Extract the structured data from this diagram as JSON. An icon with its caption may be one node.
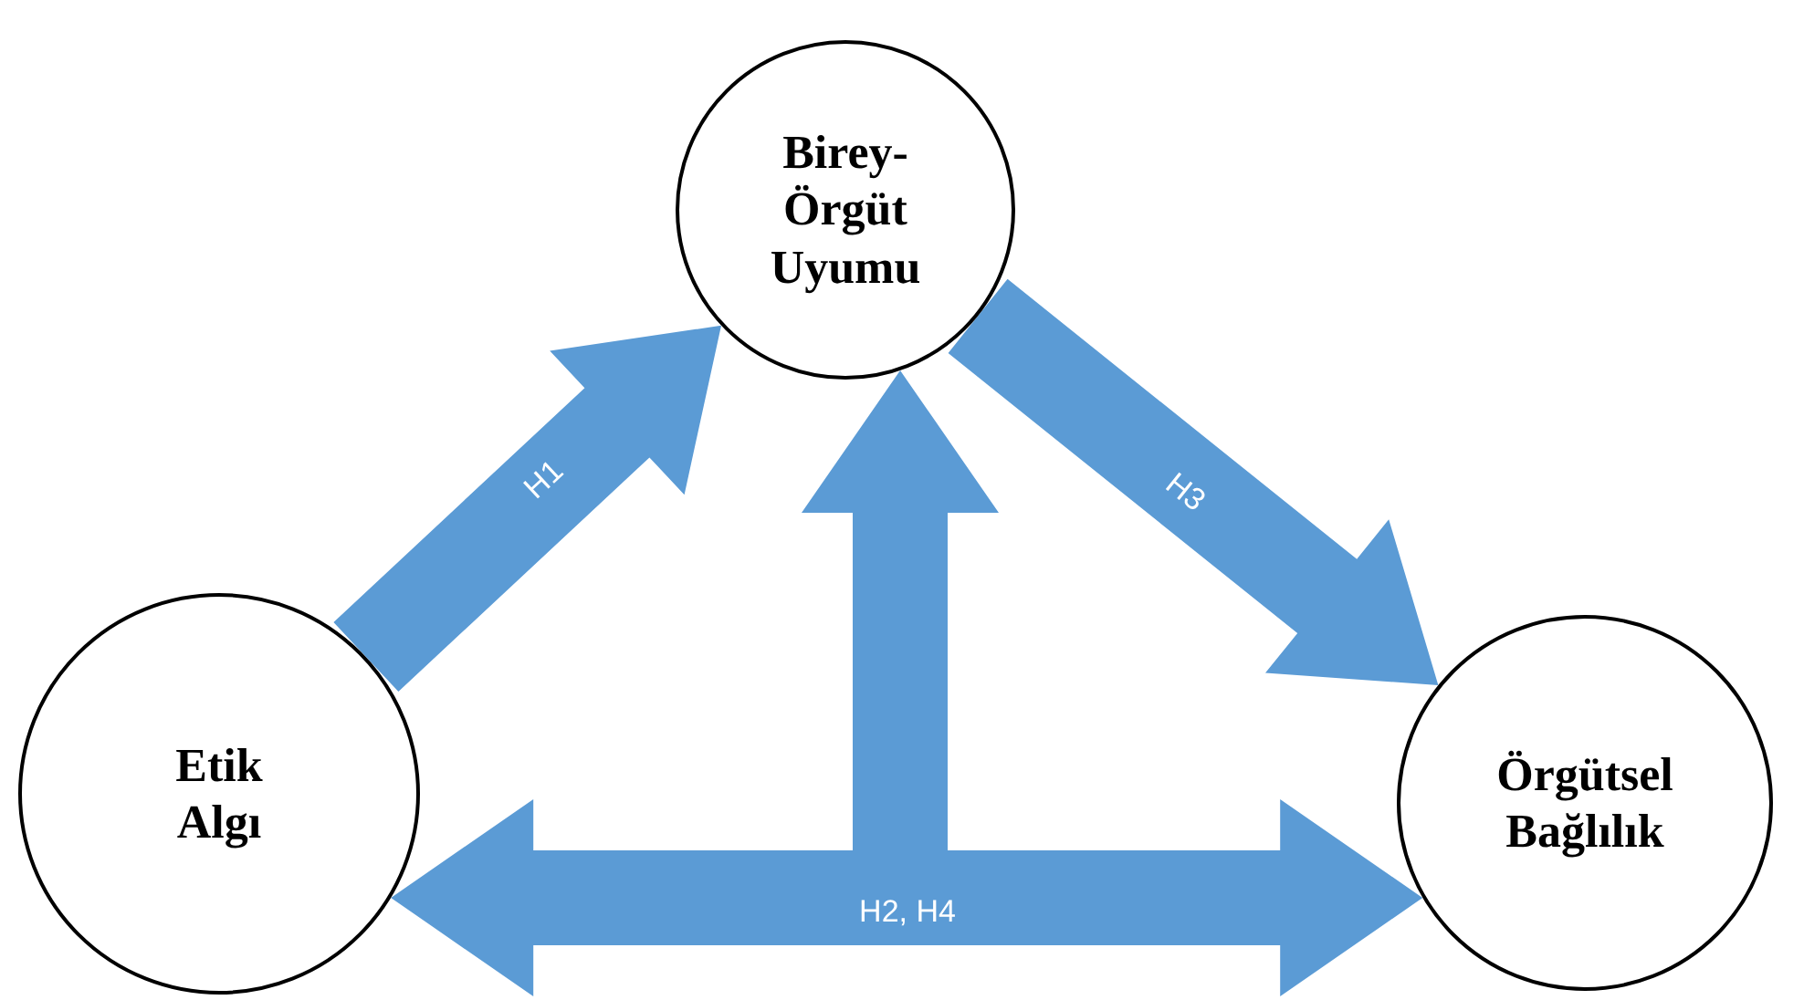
{
  "diagram": {
    "nodes": [
      {
        "text": [
          "Birey- Örgüt Uyumu"
        ]
      },
      {
        "text": [
          "Etik Algı"
        ]
      },
      {
        "text": [
          "Örgütsel Bağlılık"
        ]
      }
    ],
    "edges": [
      {
        "from": 1,
        "to": 0,
        "arrow": "to",
        "label": "H1"
      },
      {
        "from": 0,
        "to": 2,
        "arrow": "to",
        "label": "H3"
      },
      {
        "from": 1,
        "to": 2,
        "arrow": "both",
        "label": "H2, H4"
      },
      {
        "from": null,
        "to": 0,
        "arrow": "to"
      }
    ]
  }
}
